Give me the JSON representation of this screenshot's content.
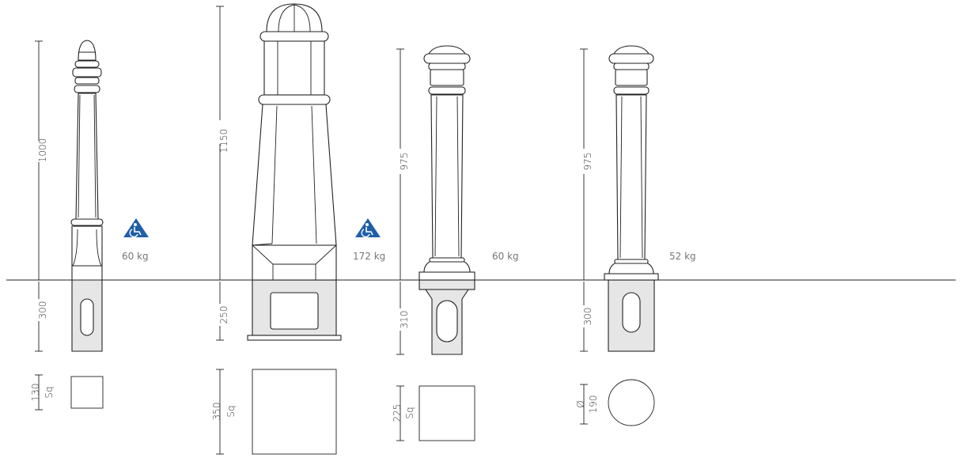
{
  "bollards": [
    {
      "id": "b1",
      "height_above": "1000",
      "height_below": "300",
      "footprint_value": "130",
      "footprint_unit": "Sq",
      "weight": "60 kg",
      "accessible": true
    },
    {
      "id": "b2",
      "height_above": "1150",
      "height_below": "250",
      "footprint_value": "350",
      "footprint_unit": "Sq",
      "weight": "172 kg",
      "accessible": true
    },
    {
      "id": "b3",
      "height_above": "975",
      "height_below": "310",
      "footprint_value": "225",
      "footprint_unit": "Sq",
      "weight": "60 kg",
      "accessible": false
    },
    {
      "id": "b4",
      "height_above": "975",
      "height_below": "300",
      "footprint_value": "190",
      "footprint_unit": "Ø",
      "weight": "52 kg",
      "accessible": false
    }
  ],
  "colors": {
    "accessibility_badge": "#1f5ea8",
    "below_ground_fill": "#e6e6e6",
    "line": "#222222"
  },
  "icons": {
    "accessibility": "wheelchair-icon"
  }
}
